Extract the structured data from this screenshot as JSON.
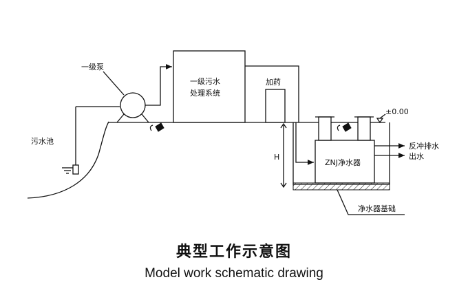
{
  "labels": {
    "pump": "一级泵",
    "sewage_pool": "污水池",
    "treatment_line1": "一级污水",
    "treatment_line2": "处理系统",
    "dosing": "加药",
    "level": "±0.00",
    "backwash": "反冲排水",
    "outlet": "出水",
    "height": "H",
    "purifier": "ZNJ净水器",
    "foundation": "净水器基础"
  },
  "caption": {
    "title_cn": "典型工作示意图",
    "title_en": "Model work schematic drawing"
  }
}
